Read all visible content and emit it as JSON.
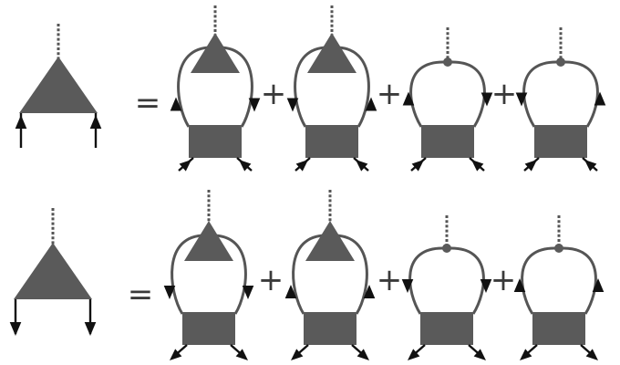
{
  "equations": [
    {
      "id": "upper",
      "lhs": {
        "shape": "triangle-vertex",
        "leg_direction": "in"
      },
      "equals": "=",
      "terms": [
        {
          "kind": "triangle-loop",
          "left_line": "up",
          "right_line": "down",
          "outer_legs": "in"
        },
        {
          "kind": "triangle-loop",
          "left_line": "down",
          "right_line": "up",
          "outer_legs": "in"
        },
        {
          "kind": "dot-loop",
          "left_line": "up",
          "right_line": "down",
          "outer_legs": "in"
        },
        {
          "kind": "dot-loop",
          "left_line": "down",
          "right_line": "up",
          "outer_legs": "in"
        }
      ],
      "operators": [
        "+",
        "+",
        "+"
      ]
    },
    {
      "id": "lower",
      "lhs": {
        "shape": "triangle-vertex",
        "leg_direction": "out"
      },
      "equals": "=",
      "terms": [
        {
          "kind": "triangle-loop",
          "left_line": "down",
          "right_line": "down",
          "outer_legs": "out"
        },
        {
          "kind": "triangle-loop",
          "left_line": "up",
          "right_line": "up",
          "outer_legs": "out"
        },
        {
          "kind": "dot-loop",
          "left_line": "down",
          "right_line": "down",
          "outer_legs": "out"
        },
        {
          "kind": "dot-loop",
          "left_line": "up",
          "right_line": "up",
          "outer_legs": "out"
        }
      ],
      "operators": [
        "+",
        "+",
        "+"
      ]
    }
  ],
  "colors": {
    "fill": "#5a5a5a",
    "line": "#555555",
    "arrow": "#111111"
  }
}
